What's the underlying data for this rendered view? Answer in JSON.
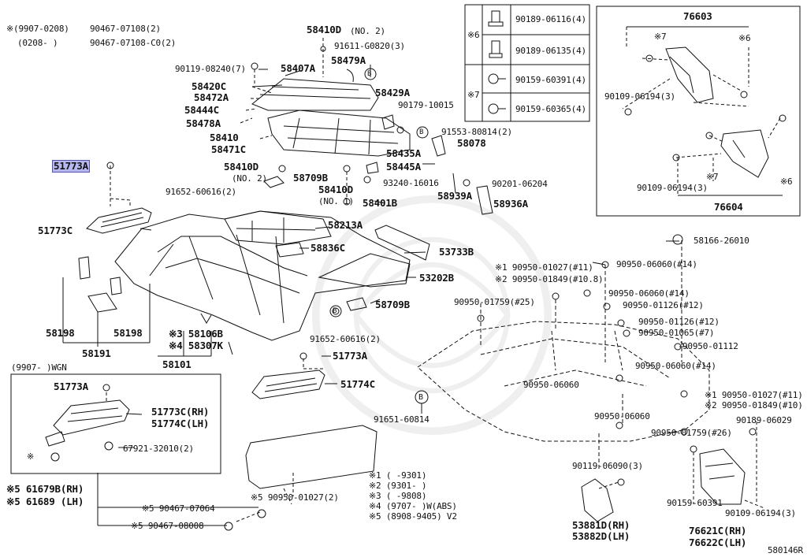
{
  "colors": {
    "ink": "#111111",
    "highlight": "#b8b8f0",
    "background": "#ffffff"
  },
  "note_top": {
    "line1_mark": "※(9907-0208)",
    "line1_part": "90467-07108(2)",
    "line2_mark": "(0208-      )",
    "line2_part": "90467-07108-C0(2)"
  },
  "fasteners": [
    {
      "code": "90189-06116(4)",
      "mark": "※6"
    },
    {
      "code": "90189-06135(4)",
      "mark": ""
    },
    {
      "code": "90159-60391(4)",
      "mark": "※7"
    },
    {
      "code": "90159-60365(4)",
      "mark": ""
    }
  ],
  "labels": {
    "p51773A_main": "51773A",
    "p51773C": "51773C",
    "p58198_l": "58198",
    "p58198_r": "58198",
    "p58191": "58191",
    "p58101": "58101",
    "p58106B": "※3 58106B",
    "p58307K": "※4 58307K",
    "p58410D_top": "58410D",
    "p58410D_top_note": "(NO. 2)",
    "p90119_08240": "90119-08240(7)",
    "p91611": "91611-G0820(3)",
    "p58479A": "58479A",
    "p58407A": "58407A",
    "p58420C": "58420C",
    "p58472A": "58472A",
    "p58444C": "58444C",
    "p58478A": "58478A",
    "p58410": "58410",
    "p58471C": "58471C",
    "p58410D_mid": "58410D",
    "p58410D_mid_note": "(NO. 2)",
    "p58709B_top": "58709B",
    "p91652_top": "91652-60616(2)",
    "p58410D_low": "58410D",
    "p58410D_low_note": "(NO. 1)",
    "p58401B": "58401B",
    "p58429A": "58429A",
    "p90179": "90179-10015",
    "p91553": "91553-80814(2)",
    "p58078": "58078",
    "p58435A": "58435A",
    "p58445A": "58445A",
    "p93240": "93240-16016",
    "p58939A": "58939A",
    "p90201": "90201-06204",
    "p58936A": "58936A",
    "p58213A": "58213A",
    "p58836C": "58836C",
    "p53733B": "53733B",
    "p53202B": "53202B",
    "p58709B_low": "58709B",
    "p91652_low": "91652-60616(2)",
    "p51773A_mid": "51773A",
    "p51774C": "51774C",
    "p76603": "76603",
    "p76603_m7": "※7",
    "p76603_m6": "※6",
    "p90109_a": "90109-06194(3)",
    "p90109_b": "90109-06194(3)",
    "p76604_m7": "※7",
    "p76604_m6": "※6",
    "p76604": "76604",
    "p58166": "58166-26010",
    "p90950_01027_11": "※1 90950-01027(#11)",
    "p90950_01849_10_8": "※2 90950-01849(#10.8)",
    "p90950_06060_14a": "90950-06060(#14)",
    "p90950_06060_14b": "90950-06060(#14)",
    "p90950_01126_12a": "90950-01126(#12)",
    "p90950_01126_12b": "90950-01126(#12)",
    "p90950_01065": "90950-01065(#7)",
    "p90950_01112": "90950-01112",
    "p90950_06060_14c": "90950-06060(#14)",
    "p90950_01759_25": "90950-01759(#25)",
    "p90950_06060_a": "90950-06060",
    "p90950_06060_b": "90950-06060",
    "p91651": "91651-60814",
    "p90950_01027_r": "※1 90950-01027(#11)",
    "p90950_01849_r": "※2 90950-01849(#10)",
    "p90189_06029": "90189-06029",
    "p90950_01759_26": "90950-01759(#26)",
    "p90119_06090": "90119-06090(3)",
    "p90159_60391": "90159-60391",
    "p90109_06194_r": "90109-06194(3)",
    "p53881D": "53881D(RH)",
    "p53882D": "53882D(LH)",
    "p76621C": "76621C(RH)",
    "p76622C": "76622C(LH)",
    "p61679B": "※5 61679B(RH)",
    "p61689": "※5 61689  (LH)",
    "p90467_07064": "※5 90467-07064",
    "p90467_08008": "※5 90467-08008",
    "p90950_01027_2": "※5 90950-01027(2)",
    "wgn_header": "(9907-    )WGN",
    "wgn_51773A": "51773A",
    "wgn_51773C": "51773C(RH)",
    "wgn_51774C": "51774C(LH)",
    "wgn_mark": "※",
    "wgn_67921": "67921-32010(2)",
    "figure_id": "580146R"
  },
  "legend": [
    "※1 (      -9301)",
    "※2 (9301-      )",
    "※3 (      -9808)",
    "※4 (9707-      )W(ABS)",
    "※5 (8908-9405) V2"
  ]
}
